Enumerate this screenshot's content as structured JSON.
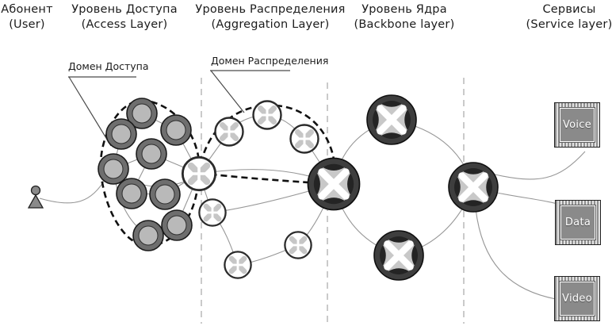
{
  "title_row": {
    "columns": [
      {
        "ru": "Абонент",
        "en": "(User)"
      },
      {
        "ru": "Уровень Доступа",
        "en": "(Access Layer)"
      },
      {
        "ru": "Уровень Распределения",
        "en": "(Aggregation Layer)"
      },
      {
        "ru": "Уровень Ядра",
        "en": "(Backbone layer)"
      },
      {
        "ru": "Сервисы",
        "en": "(Service layer)"
      }
    ]
  },
  "domains": {
    "access_label": "Домен Доступа",
    "distribution_label": "Домен Распределения"
  },
  "services": [
    {
      "label": "Voice"
    },
    {
      "label": "Data"
    },
    {
      "label": "Video"
    }
  ],
  "node_counts": {
    "access_switches": 9,
    "aggregation_switches": 7,
    "core_routers": 4
  },
  "colors": {
    "access_node_fill": "#b9b9b9",
    "access_node_ring": "#6e6e6e",
    "aggregation_node_fill": "#ffffff",
    "aggregation_node_glyph": "#c6c6c6",
    "core_ring": "#3e3e3e",
    "core_inner": "#c8c8c8",
    "core_glyph": "#ffffff",
    "link_line": "#979797",
    "domain_outline": "#111111",
    "layer_separator": "#b3b3b3",
    "service_box_fill": "#8a8a8a",
    "service_text": "#ffffff"
  }
}
